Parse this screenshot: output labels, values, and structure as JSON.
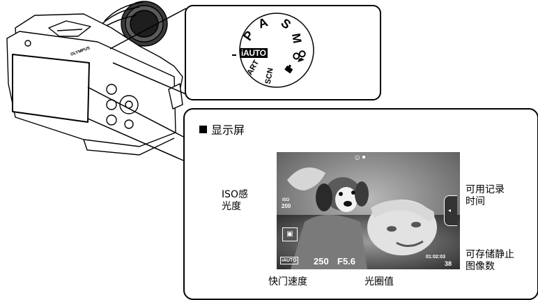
{
  "mode_dial": {
    "marks": [
      "iAUTO",
      "P",
      "A",
      "S",
      "M",
      "ART",
      "SCN",
      "movie-icon",
      "scene-icon"
    ],
    "labels": {
      "iauto": "iAUTO",
      "p": "P",
      "a": "A",
      "s": "S",
      "m": "M",
      "art": "ART",
      "scn": "SCN"
    }
  },
  "monitor": {
    "title": "显示屏",
    "osd": {
      "iso_top": "ISO",
      "iso_value": "200",
      "shutter": "250",
      "aperture": "F5.6",
      "record_time": "01:02:03",
      "shots_left": "38",
      "mode_badge": "iAUTO"
    },
    "callouts": {
      "iso": "ISO感\n光度",
      "record_time": "可用记录\n时间",
      "shots": "可存储静止\n图像数",
      "shutter": "快门速度",
      "aperture": "光圈值"
    }
  },
  "camera": {
    "brand_text": "OLYMPUS",
    "colors": {
      "body": "#ffffff",
      "lines": "#000000",
      "lens": "#2b2b2b"
    }
  }
}
